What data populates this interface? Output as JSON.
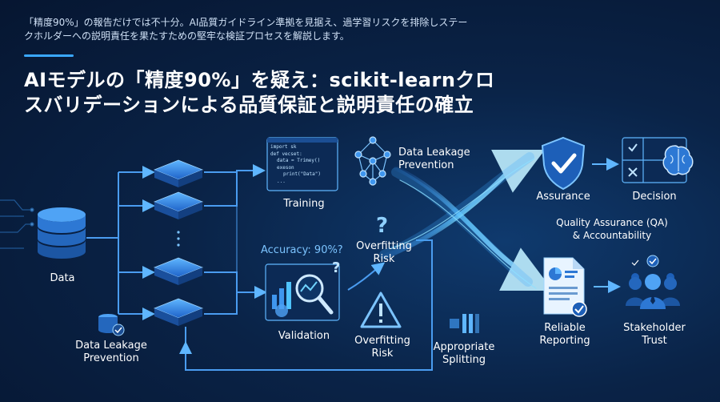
{
  "header": {
    "subtitle": "「精度90%」の報告だけでは不十分。AI品質ガイドライン準拠を見据え、過学習リスクを排除しステークホルダーへの説明責任を果たすための堅牢な検証プロセスを解説します。",
    "title": "AIモデルの「精度90%」を疑え：scikit-learnクロスバリデーションによる品質保証と説明責任の確立"
  },
  "left": {
    "data_label": "Data",
    "leakage_label_line1": "Data Leakage",
    "leakage_label_line2": "Prevention"
  },
  "middle": {
    "training_label": "Training",
    "validation_label": "Validation",
    "accuracy_label": "Accuracy: 90%?",
    "code_lines": [
      "import sk",
      "def vecset:",
      "data = Trimey()",
      "exeson",
      "print(\"Data\")",
      "..."
    ]
  },
  "center": {
    "leakage_label_line1": "Data Leakage",
    "leakage_label_line2": "Prevention",
    "overfit_top_line1": "Overfitting",
    "overfit_top_line2": "Risk",
    "overfit_bottom_line1": "Overfitting",
    "overfit_bottom_line2": "Risk",
    "splitting_line1": "Appropriate",
    "splitting_line2": "Splitting"
  },
  "right": {
    "assurance_label": "Assurance",
    "decision_label": "Decision",
    "qa_line1": "Quality Assurance (QA)",
    "qa_line2": "& Accountability",
    "reporting_line1": "Reliable",
    "reporting_line2": "Reporting",
    "stakeholder_line1": "Stakeholder",
    "stakeholder_line2": "Trust"
  },
  "colors": {
    "accent": "#3aa8ff",
    "glow": "#4fc3ff",
    "background": "#0a2347"
  },
  "icons": [
    "database-icon",
    "database-check-icon",
    "fold-chip-icon",
    "code-window-icon",
    "neural-network-icon",
    "question-icon",
    "chart-magnifier-icon",
    "warning-icon",
    "split-icon",
    "shield-check-icon",
    "decision-matrix-icon",
    "brain-icon",
    "report-icon",
    "stakeholders-icon"
  ]
}
